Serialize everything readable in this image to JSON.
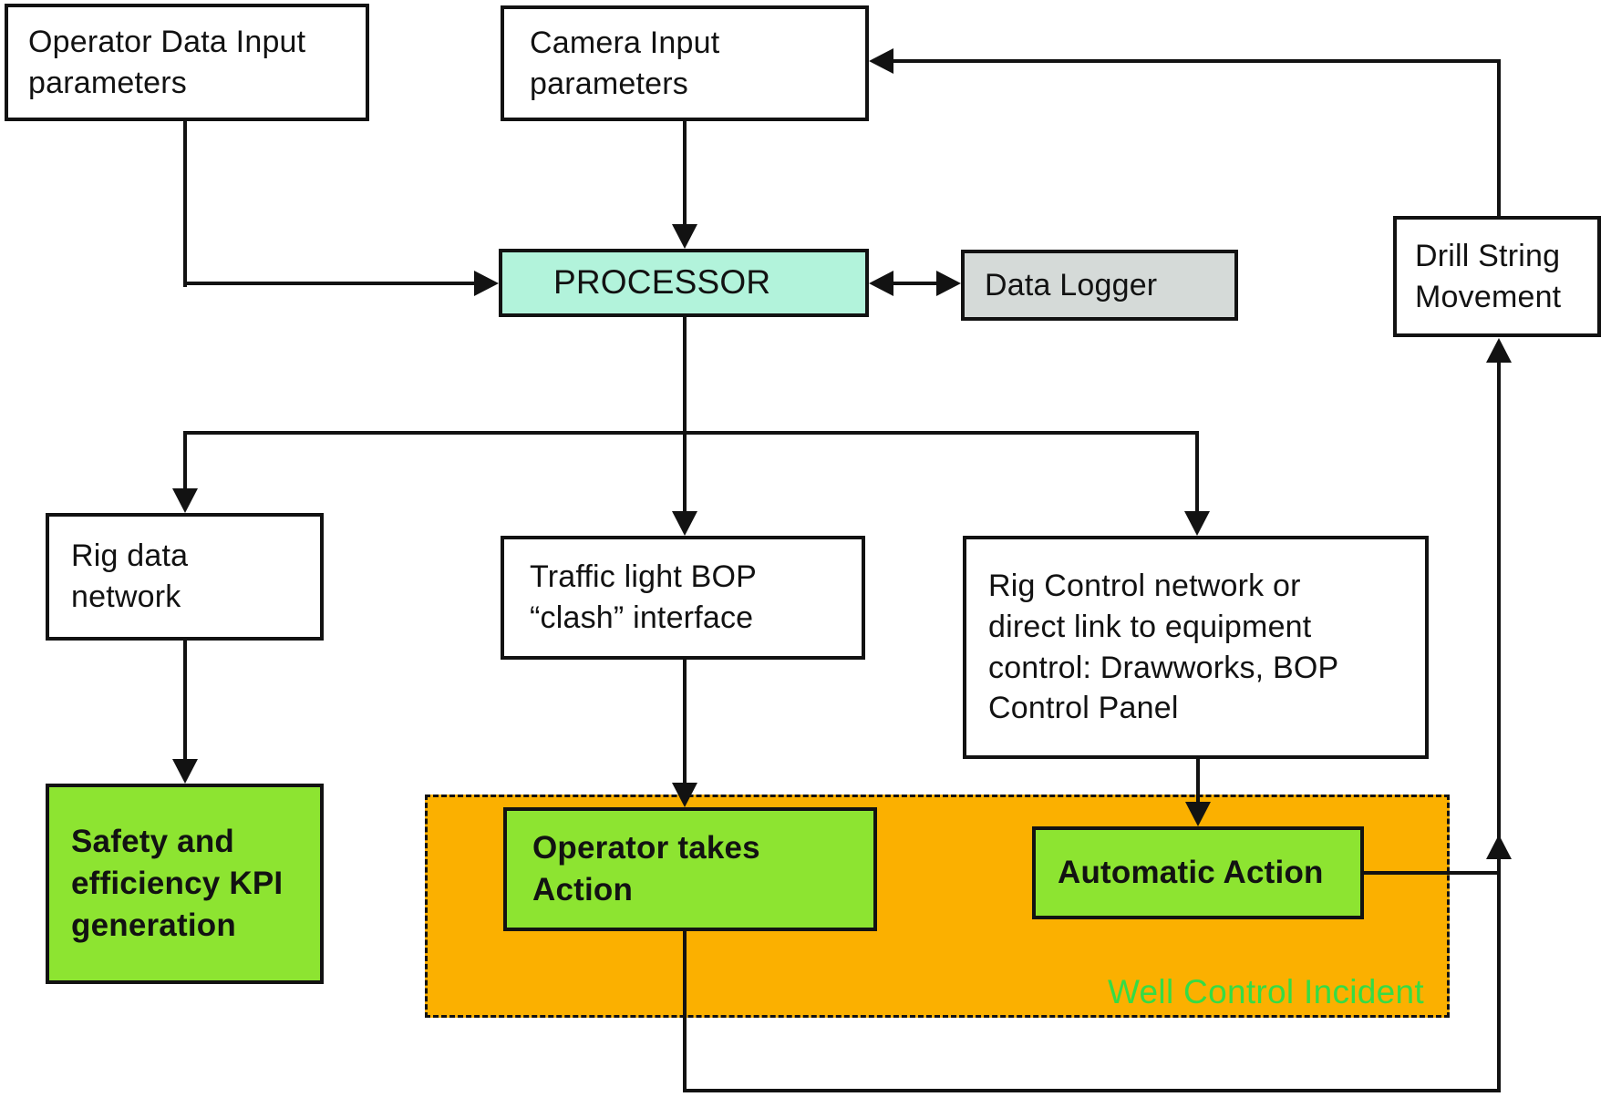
{
  "diagram": {
    "boxes": {
      "operator_input": "Operator Data Input\nparameters",
      "camera_input": "Camera Input\nparameters",
      "processor": "PROCESSOR",
      "data_logger": "Data Logger",
      "drill_string": "Drill String\nMovement",
      "rig_data": "Rig data\nnetwork",
      "traffic_light": "Traffic light BOP\n“clash” interface",
      "rig_control": "Rig Control network or\ndirect link to equipment\ncontrol: Drawworks, BOP\nControl Panel",
      "safety_kpi": "Safety and\nefficiency KPI\ngeneration",
      "operator_action": "Operator takes\nAction",
      "automatic_action": "Automatic Action"
    },
    "region_label": "Well Control Incident",
    "colors": {
      "processor_fill": "#B2F3DB",
      "logger_fill": "#D5DAD8",
      "action_fill": "#8DE431",
      "region_fill": "#FBB000",
      "region_label_color": "#35DC45",
      "line_color": "#121212"
    }
  }
}
